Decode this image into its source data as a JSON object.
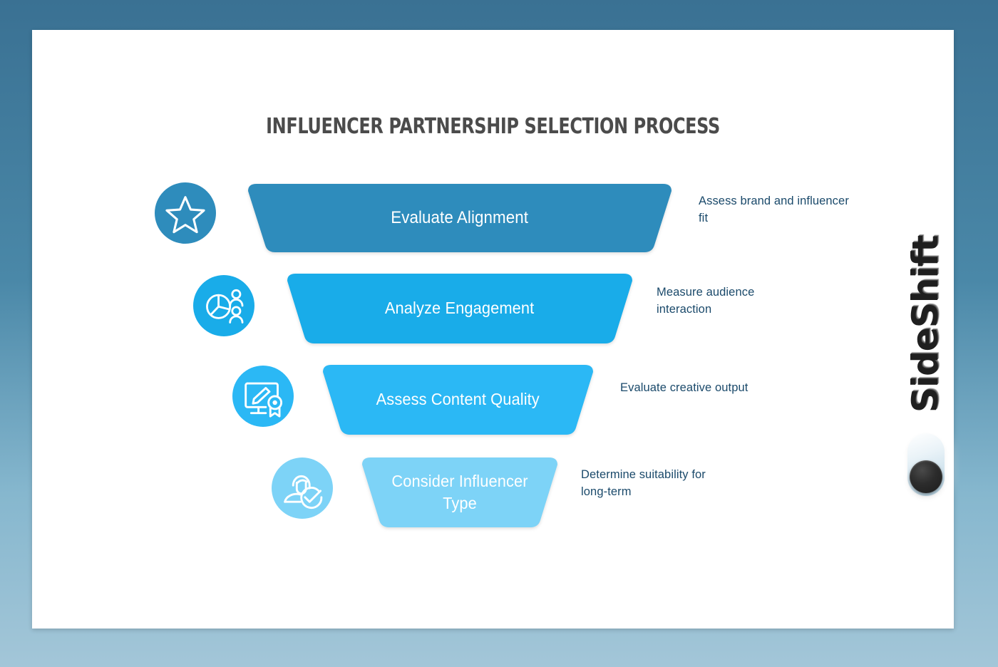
{
  "slide": {
    "title": "INFLUENCER PARTNERSHIP SELECTION PROCESS",
    "background_color": "#ffffff",
    "canvas_color": "#3a7193"
  },
  "brand": {
    "name": "SideShift",
    "toggle_state": "off"
  },
  "funnel": {
    "stages": [
      {
        "label": "Evaluate Alignment",
        "description": "Assess brand and influencer fit",
        "color": "#2e8cbc",
        "icon": "star-icon"
      },
      {
        "label": "Analyze Engagement",
        "description": "Measure audience interaction",
        "color": "#19ace9",
        "icon": "audience-chart-icon"
      },
      {
        "label": "Assess Content Quality",
        "description": "Evaluate creative output",
        "color": "#2bb8f5",
        "icon": "design-award-icon"
      },
      {
        "label": "Consider Influencer Type",
        "description": "Determine suitability for long-term",
        "color": "#7dd3f7",
        "icon": "person-check-icon"
      }
    ]
  }
}
